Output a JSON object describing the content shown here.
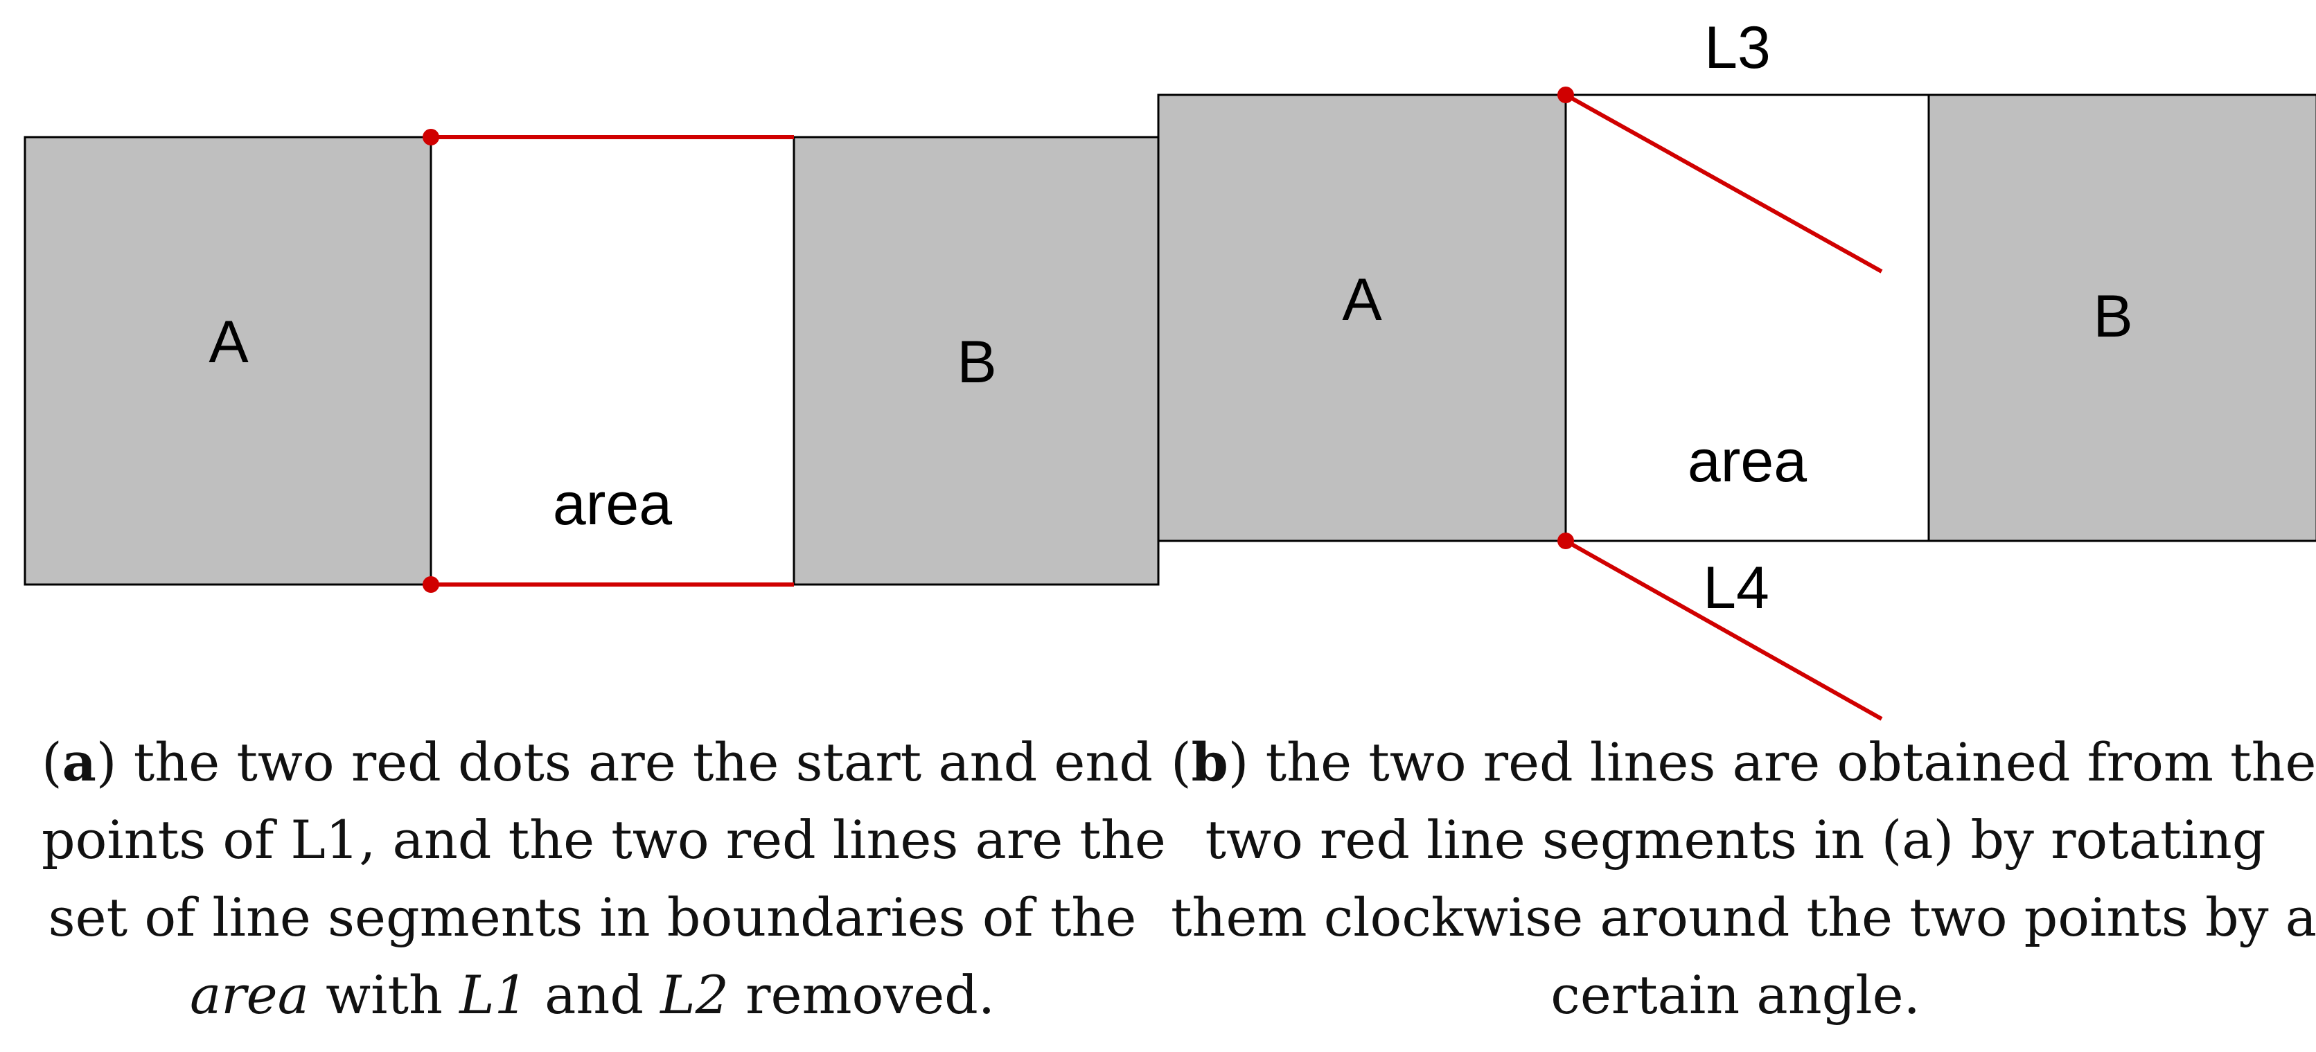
{
  "colors": {
    "box_fill": "#bfbfbf",
    "area_fill": "#ffffff",
    "outline": "#000000",
    "highlight": "#d00000"
  },
  "panel_a": {
    "label_a": "A",
    "label_area": "area",
    "label_b": "B"
  },
  "panel_b": {
    "label_a": "A",
    "label_area": "area",
    "label_b": "B",
    "label_l3": "L3",
    "label_l4": "L4"
  },
  "caption_a": {
    "open": "(",
    "tag": "a",
    "line1_rest": ") the two red dots are the start and end",
    "line2": "points of L1, and the two red lines are the",
    "line3": "set of line segments in boundaries of the",
    "line4_area": "area",
    "line4_with": " with ",
    "line4_l1": "L1",
    "line4_and": " and ",
    "line4_l2": "L2",
    "line4_end": " removed."
  },
  "caption_b": {
    "open": "(",
    "tag": "b",
    "line1_rest": ") the two red lines are obtained from the",
    "line2": "two red line segments in (a) by rotating",
    "line3": "them clockwise around the two points by a",
    "line4": "certain angle."
  }
}
